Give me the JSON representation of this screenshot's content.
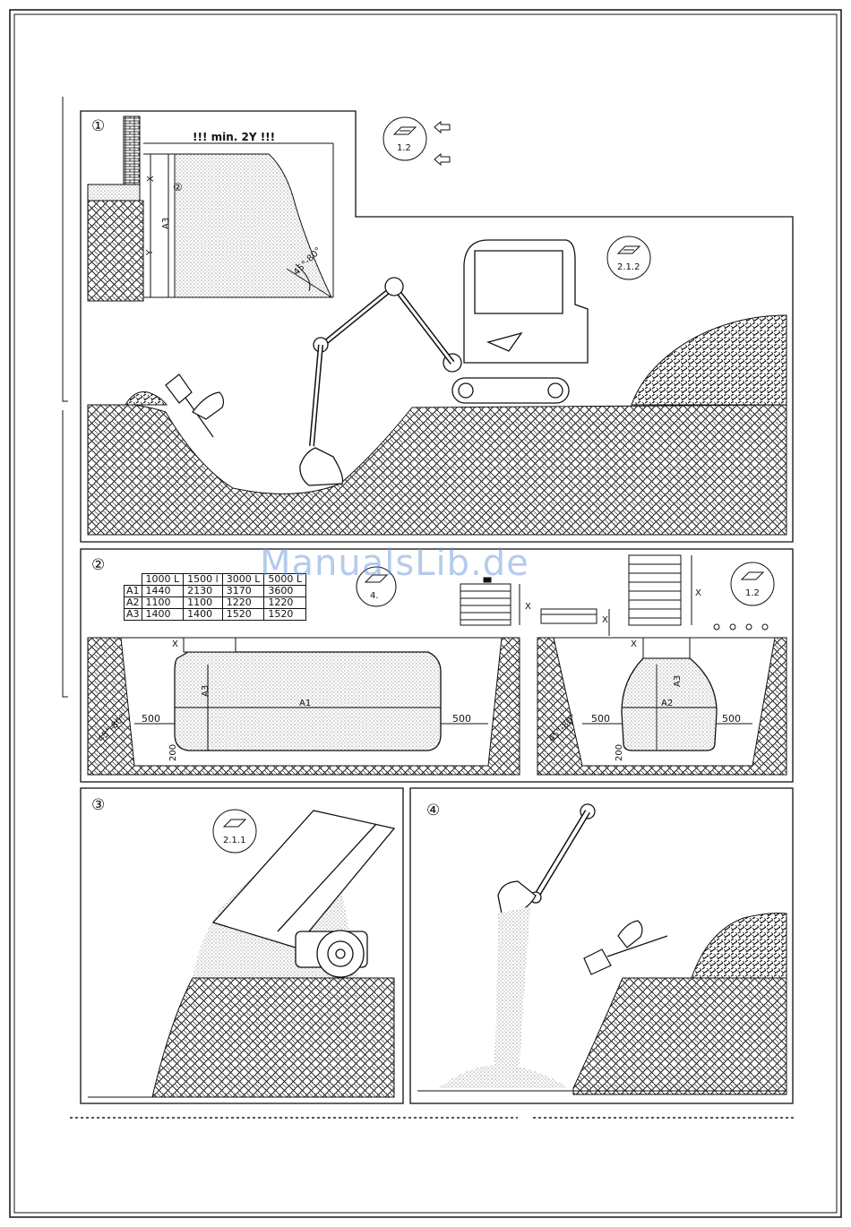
{
  "step_1": {
    "number": "①",
    "dimension_note": "!!! min. 2Y !!!",
    "label_x": "X",
    "label_y": "Y",
    "label_a3": "A3",
    "circled_ref": "②",
    "angle": "45°-80°",
    "ref_badge_top": "1.2",
    "ref_badge_excavator": "2.1.2"
  },
  "step_2": {
    "number": "②",
    "ref_badge_table": "4.",
    "ref_badge_right": "1.2",
    "table": {
      "columns": [
        "",
        "1000 L",
        "1500 l",
        "3000 L",
        "5000 L"
      ],
      "rows": [
        {
          "label": "A1",
          "values": [
            "1440",
            "2130",
            "3170",
            "3600"
          ]
        },
        {
          "label": "A2",
          "values": [
            "1100",
            "1100",
            "1220",
            "1220"
          ]
        },
        {
          "label": "A3",
          "values": [
            "1400",
            "1400",
            "1520",
            "1520"
          ]
        }
      ]
    },
    "label_x": "X",
    "label_a1": "A1",
    "label_a2": "A2",
    "label_a3": "A3",
    "clearance_500": "500",
    "bed_200": "200",
    "angle": "45°-80°"
  },
  "step_3": {
    "number": "③",
    "ref_badge": "2.1.1"
  },
  "step_4": {
    "number": "④"
  },
  "watermark": "ManualsLib.de"
}
